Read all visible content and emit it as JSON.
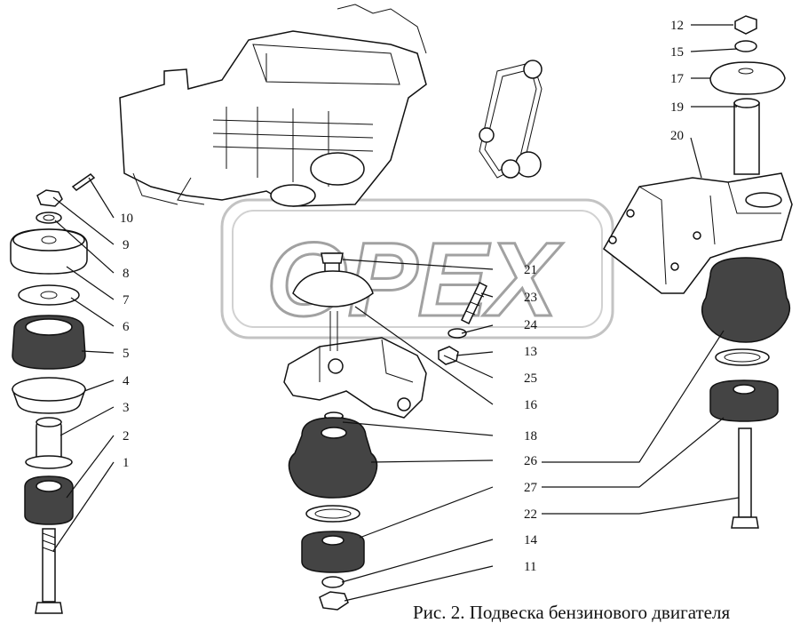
{
  "caption": "Рис. 2. Подвеска бензинового двигателя",
  "watermark": "OPEX",
  "callouts": [
    {
      "id": "10",
      "label": "10"
    },
    {
      "id": "9",
      "label": "9"
    },
    {
      "id": "8",
      "label": "8"
    },
    {
      "id": "7",
      "label": "7"
    },
    {
      "id": "6",
      "label": "6"
    },
    {
      "id": "5",
      "label": "5"
    },
    {
      "id": "4",
      "label": "4"
    },
    {
      "id": "3",
      "label": "3"
    },
    {
      "id": "2",
      "label": "2"
    },
    {
      "id": "1",
      "label": "1"
    },
    {
      "id": "12",
      "label": "12"
    },
    {
      "id": "15",
      "label": "15"
    },
    {
      "id": "17",
      "label": "17"
    },
    {
      "id": "19",
      "label": "19"
    },
    {
      "id": "20",
      "label": "20"
    },
    {
      "id": "21",
      "label": "21"
    },
    {
      "id": "23",
      "label": "23"
    },
    {
      "id": "24",
      "label": "24"
    },
    {
      "id": "13",
      "label": "13"
    },
    {
      "id": "25",
      "label": "25"
    },
    {
      "id": "16",
      "label": "16"
    },
    {
      "id": "18",
      "label": "18"
    },
    {
      "id": "26",
      "label": "26"
    },
    {
      "id": "27",
      "label": "27"
    },
    {
      "id": "22",
      "label": "22"
    },
    {
      "id": "14",
      "label": "14"
    },
    {
      "id": "11",
      "label": "11"
    }
  ]
}
